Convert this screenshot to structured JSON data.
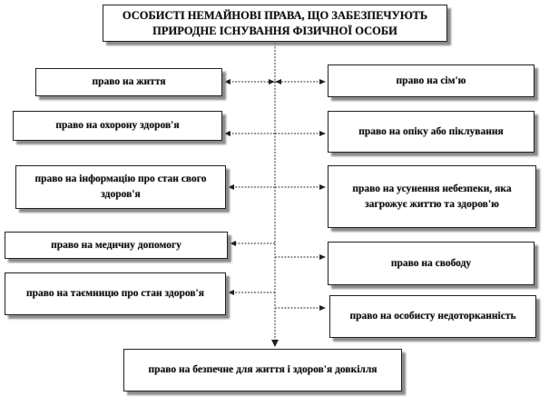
{
  "title": "ОСОБИСТІ НЕМАЙНОВІ ПРАВА, ЩО ЗАБЕЗПЕЧУЮТЬ ПРИРОДНЕ ІСНУВАННЯ ФІЗИЧНОЇ ОСОБИ",
  "left_items": [
    "право на життя",
    "право на охорону здоров'я",
    "право на інформацію про стан свого здоров'я",
    "право на медичну допомогу",
    "право на таємницю про стан здоров'я"
  ],
  "right_items": [
    "право на сім'ю",
    "право на опіку або піклування",
    "право на усунення небезпеки, яка загрожує життю та здоров'ю",
    "право на свободу",
    "право на особисту недоторканність"
  ],
  "bottom_item": "право на безпечне для життя і здоров'я довкілля"
}
